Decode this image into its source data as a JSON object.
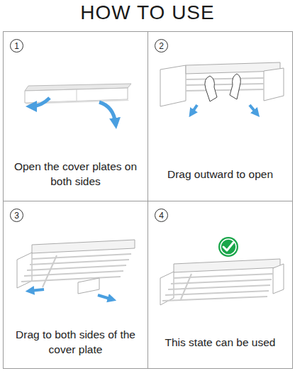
{
  "diagram": {
    "title": "HOW TO USE",
    "nodes": [
      {
        "text": [
          "Open the cover plates on both sides"
        ]
      },
      {
        "text": [
          "1"
        ],
        "in": 0
      },
      {
        "text": [
          "Drag outward to open"
        ]
      },
      {
        "text": [
          "2"
        ],
        "in": 2
      },
      {
        "text": [
          "Drag to both sides of the cover plate"
        ]
      },
      {
        "text": [
          "3"
        ],
        "in": 4
      },
      {
        "text": [
          "This state can be used"
        ]
      },
      {
        "text": [
          "4"
        ],
        "in": 6
      }
    ]
  }
}
